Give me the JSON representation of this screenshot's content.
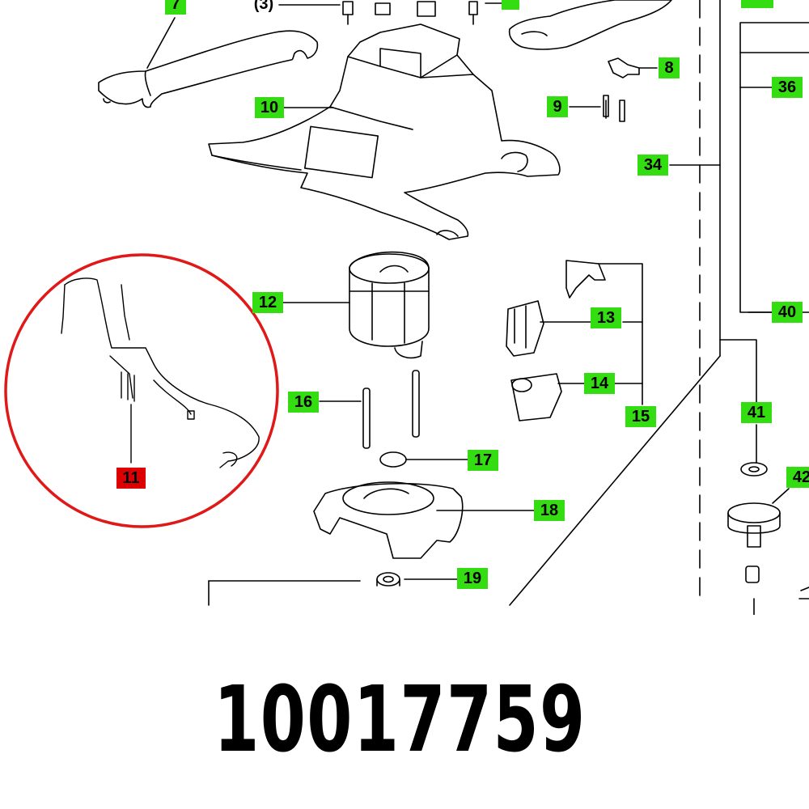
{
  "colors": {
    "label_bg": "#33dd11",
    "highlight_bg": "#dd0000",
    "highlight_circle": "#e01818",
    "line": "#000000"
  },
  "labels": {
    "l7": "7",
    "l3p": "(3)",
    "l10": "10",
    "l8": "8",
    "l9": "9",
    "l36": "36",
    "l34": "34",
    "l40": "40",
    "l12": "12",
    "l13": "13",
    "l14": "14",
    "l15": "15",
    "l16": "16",
    "l17": "17",
    "l18": "18",
    "l19": "19",
    "l41": "41",
    "l42": "42",
    "l11": "11"
  },
  "part_number": "10017759"
}
